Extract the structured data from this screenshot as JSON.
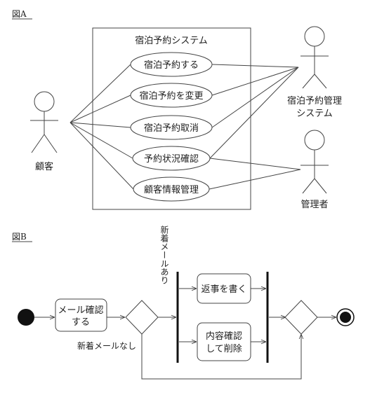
{
  "figureA": {
    "label": "図A",
    "system_title": "宿泊予約システム",
    "use_cases": [
      "宿泊予約する",
      "宿泊予約を変更",
      "宿泊予約取消",
      "予約状況確認",
      "顧客情報管理"
    ],
    "actors": {
      "customer": "顧客",
      "system_line1": "宿泊予約管理",
      "system_line2": "システム",
      "manager": "管理者"
    }
  },
  "figureB": {
    "label": "図B",
    "check_mail_line1": "メール確認",
    "check_mail_line2": "する",
    "new_mail_label": "新着メールあり",
    "no_new_mail_label": "新着メールなし",
    "reply": "返事を書く",
    "confirm_line1": "内容確認",
    "confirm_line2": "して削除"
  }
}
